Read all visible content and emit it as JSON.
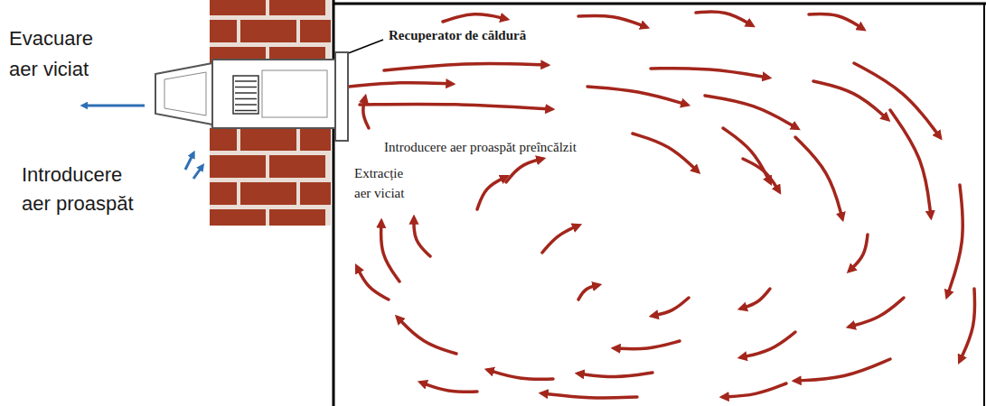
{
  "diagram": {
    "labels": [
      "Evacuare aer viciat",
      "Introducere aer proaspăt",
      "Recuperator de căldură",
      "Introducere aer proaspăt preîncălzit",
      "Extracție aer viciat"
    ]
  }
}
